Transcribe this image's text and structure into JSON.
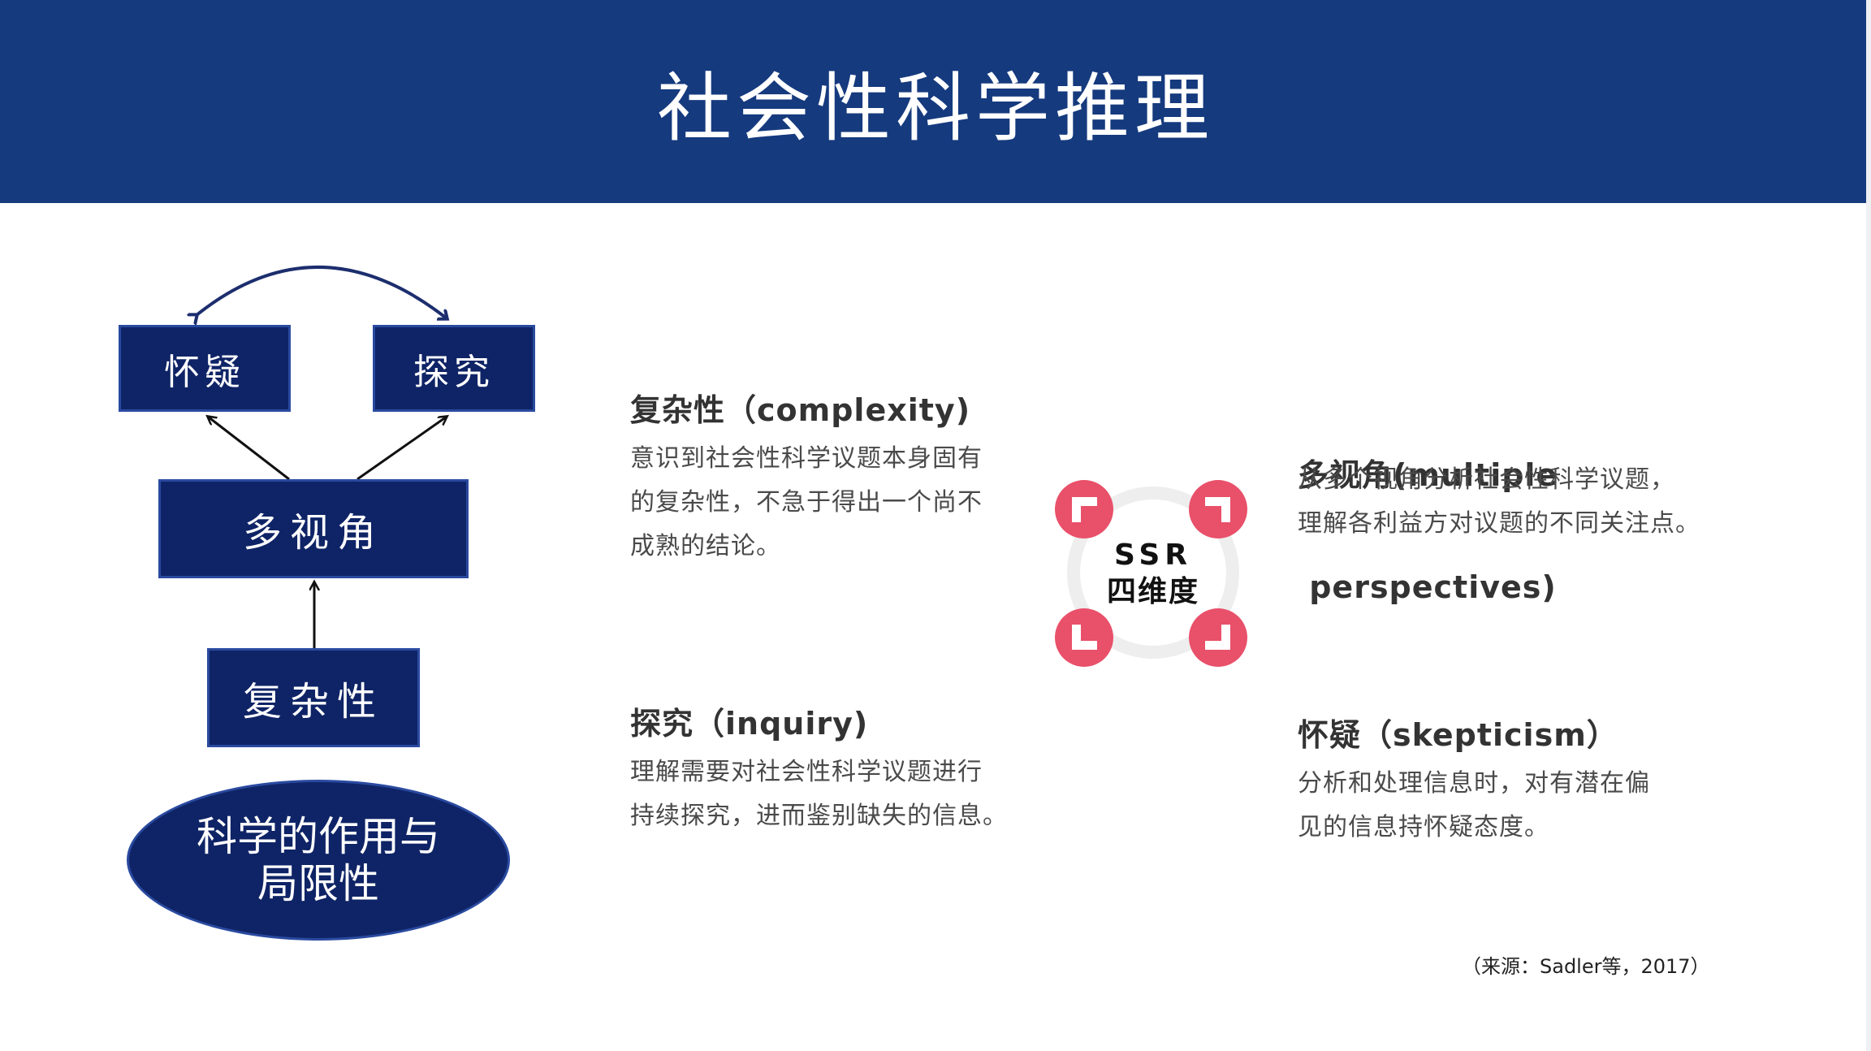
{
  "title": "社会性科学推理",
  "diagram": {
    "boxes": {
      "doubt": "怀疑",
      "inquiry": "探究",
      "perspectives": "多视角",
      "complexity": "复杂性"
    },
    "ellipse_lines": [
      "科学的作用与",
      "局限性"
    ]
  },
  "center": {
    "line1": "SSR",
    "line2": "四维度",
    "accent_color": "#e9506a",
    "ring_color": "#eeeeee"
  },
  "sections": {
    "complexity": {
      "title": "复杂性（complexity)",
      "lines": [
        "意识到社会性科学议题本身固有",
        "的复杂性，不急于得出一个尚不",
        "成熟的结论。"
      ]
    },
    "perspectives": {
      "title_lines": [
        "多视角(multiple",
        " perspectives)"
      ],
      "lines": [
        "从多个视角分析社会性科学议题，",
        "理解各利益方对议题的不同关注点。"
      ]
    },
    "inquiry": {
      "title": "探究（inquiry)",
      "lines": [
        "理解需要对社会性科学议题进行",
        "持续探究，进而鉴别缺失的信息。"
      ]
    },
    "skepticism": {
      "title": "怀疑（skepticism）",
      "lines": [
        "分析和处理信息时，对有潜在偏",
        "见的信息持怀疑态度。"
      ]
    }
  },
  "source": "（来源：Sadler等，2017）",
  "colors": {
    "header": "#153a7e",
    "box": "#0f2466",
    "text": "#333333"
  }
}
